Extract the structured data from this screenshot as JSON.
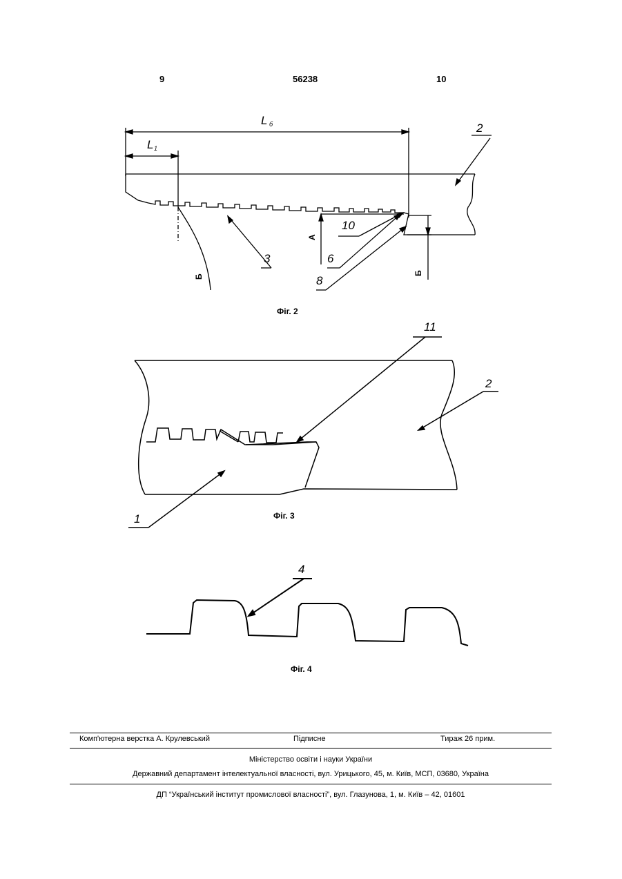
{
  "header": {
    "left_page": "9",
    "patent_number": "56238",
    "right_page": "10"
  },
  "fig2": {
    "caption": "Фіг. 2",
    "labels": {
      "L6": "L",
      "L6_sub": "б",
      "L1": "L",
      "L1_sub": "1",
      "n2": "2",
      "n3": "3",
      "n6": "6",
      "n8": "8",
      "n10": "10"
    },
    "section_marks": [
      "Б",
      "А",
      "Б"
    ]
  },
  "fig3": {
    "caption": "Фіг. 3",
    "labels": {
      "n11": "11",
      "n2": "2",
      "n1": "1"
    }
  },
  "fig4": {
    "caption": "Фіг. 4",
    "labels": {
      "n4": "4"
    }
  },
  "footer": {
    "composer": "Комп'ютерна верстка А. Крулевський",
    "signed": "Підписне",
    "circulation": "Тираж 26 прим.",
    "ministry": "Міністерство освіти і науки України",
    "department": "Державний департамент інтелектуальної власності, вул. Урицького, 45, м. Київ, МСП, 03680, Україна",
    "institute": "ДП “Український інститут промислової власності”, вул. Глазунова, 1, м. Київ – 42, 01601"
  }
}
